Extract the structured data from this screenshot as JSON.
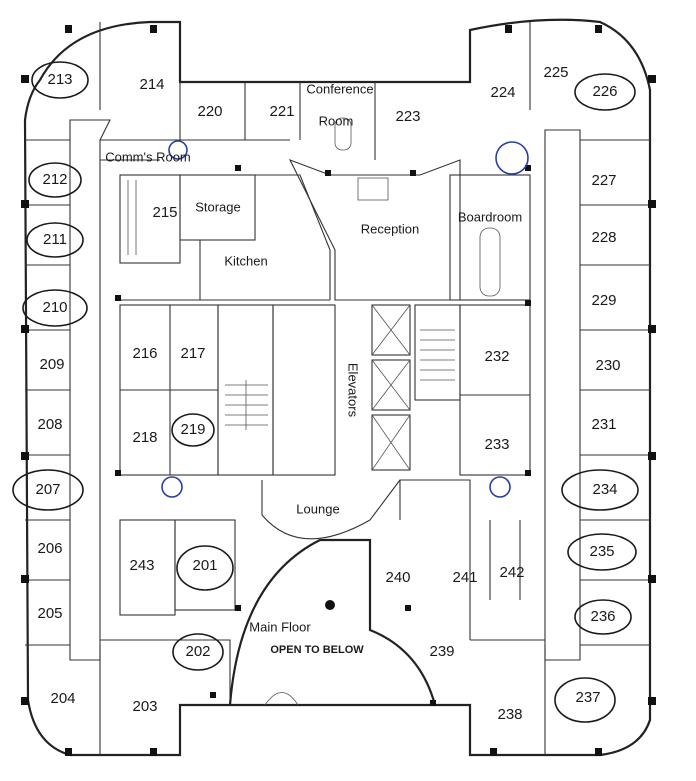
{
  "rooms": {
    "r213": "213",
    "r214": "214",
    "r220": "220",
    "r221": "221",
    "r223": "223",
    "r224": "224",
    "r225": "225",
    "r226": "226",
    "r212": "212",
    "r211": "211",
    "r210": "210",
    "r209": "209",
    "r208": "208",
    "r207": "207",
    "r206": "206",
    "r205": "205",
    "r204": "204",
    "r203": "203",
    "r202": "202",
    "r201": "201",
    "r243": "243",
    "r215": "215",
    "r216": "216",
    "r217": "217",
    "r218": "218",
    "r219": "219",
    "r227": "227",
    "r228": "228",
    "r229": "229",
    "r230": "230",
    "r231": "231",
    "r232": "232",
    "r233": "233",
    "r234": "234",
    "r235": "235",
    "r236": "236",
    "r237": "237",
    "r238": "238",
    "r239": "239",
    "r240": "240",
    "r241": "241",
    "r242": "242"
  },
  "areas": {
    "conference": "Conference",
    "conference_room": "Room",
    "comms_room": "Comm's Room",
    "storage": "Storage",
    "kitchen": "Kitchen",
    "reception": "Reception",
    "boardroom": "Boardroom",
    "elevators": "Elevators",
    "lounge": "Lounge",
    "main_floor": "Main Floor",
    "open_to_below": "OPEN TO BELOW"
  },
  "colors": {
    "ink": "#222222",
    "pen_black": "#1a1a1a",
    "pen_blue": "#2a3f9e"
  }
}
